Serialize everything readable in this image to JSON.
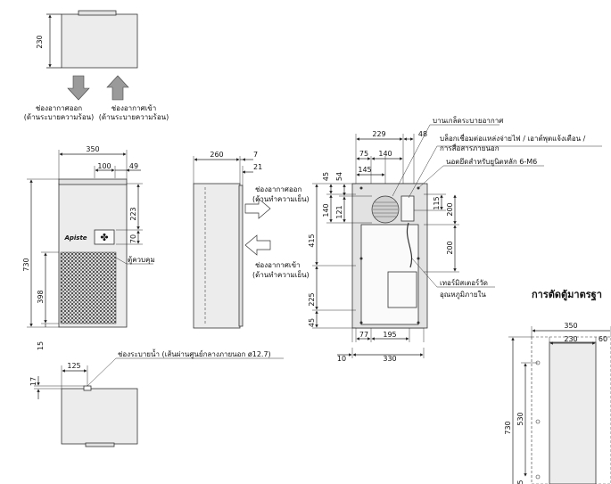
{
  "top_view": {
    "dim_height": "230",
    "exhaust_label_1": "ช่องอากาศออก",
    "exhaust_label_2": "(ด้านระบายความร้อน)",
    "intake_label_1": "ช่องอากาศเข้า",
    "intake_label_2": "(ด้านระบายความร้อน)"
  },
  "front_view": {
    "dim_width": "350",
    "dim_100": "100",
    "dim_49": "49",
    "dim_223": "223",
    "dim_70": "70",
    "dim_730": "730",
    "dim_398": "398",
    "dim_15": "15",
    "brand": "Apiste",
    "control_panel_label": "ตู้ควบคุม"
  },
  "side_view": {
    "dim_260": "260",
    "dim_7": "7",
    "dim_21": "21",
    "exhaust_1": "ช่องอากาศออก",
    "exhaust_2": "(ด้านทำความเย็น)",
    "intake_1": "ช่องอากาศเข้า",
    "intake_2": "(ด้านทำความเย็น)"
  },
  "rear_view": {
    "label_louver": "บานเกล็ดระบายอากาศ",
    "label_terminal_1": "บล็อกเชื่อมต่อแหล่งจ่ายไฟ / เอาต์พุตแจ้งเตือน /",
    "label_terminal_2": "การสื่อสารภายนอก",
    "label_bolt": "นอตยึดสำหรับยูนิตหลัก 6-M6",
    "label_thermo_1": "เทอร์มิสเตอร์วัด",
    "label_thermo_2": "อุณหภูมิภายใน",
    "dim_229": "229",
    "dim_48": "48",
    "dim_75": "75",
    "dim_140a": "140",
    "dim_145": "145",
    "dim_45a": "45",
    "dim_54": "54",
    "dim_140b": "140",
    "dim_121": "121",
    "dim_115": "115",
    "dim_200a": "200",
    "dim_415": "415",
    "dim_200b": "200",
    "dim_225": "225",
    "dim_45b": "45",
    "dim_77": "77",
    "dim_195": "195",
    "dim_10": "10",
    "dim_330": "330"
  },
  "bottom_view": {
    "dim_125": "125",
    "dim_17": "17",
    "drain_label": "ช่องระบายน้ำ (เส้นผ่านศูนย์กลางภายนอก ø12.7)"
  },
  "cutout": {
    "title": "การตัดตู้มาตรฐา",
    "dim_350": "350",
    "dim_230": "230",
    "dim_60": "60",
    "dim_530": "530",
    "dim_730": "730",
    "dim_5": "5"
  }
}
